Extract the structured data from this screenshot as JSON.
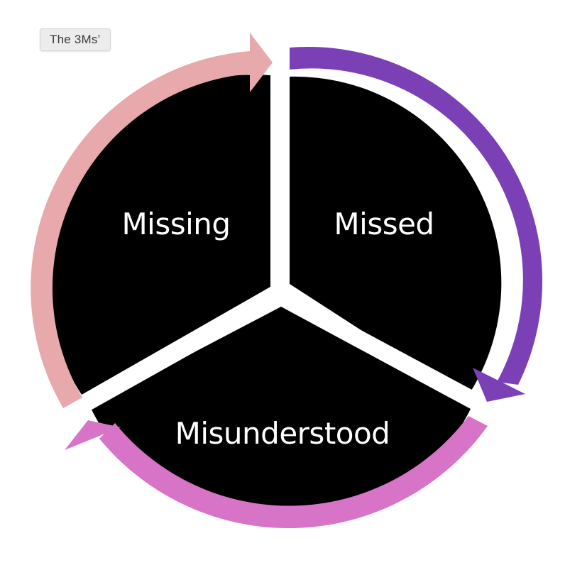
{
  "tag": {
    "label": "The 3Ms’"
  },
  "segments": [
    {
      "label": "Missed",
      "arrow_color": "#7b3fb6"
    },
    {
      "label": "Misunderstood",
      "arrow_color": "#d874c8"
    },
    {
      "label": "Missing",
      "arrow_color": "#e8a9ad"
    }
  ],
  "colors": {
    "segment_fill": "#000000",
    "label_text": "#ffffff",
    "background": "#ffffff"
  }
}
